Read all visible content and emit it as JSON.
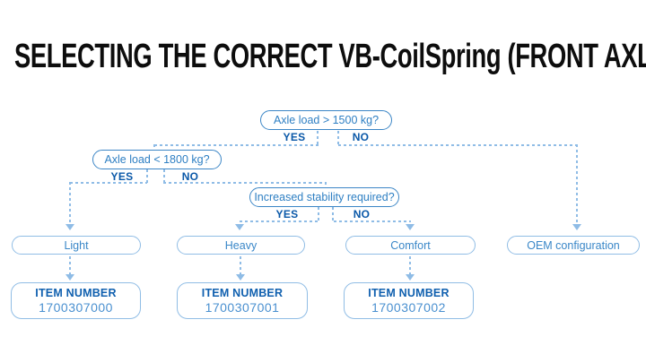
{
  "title": "SELECTING THE CORRECT VB-CoilSpring (FRONT AXLE)",
  "flowchart": {
    "decisions": [
      {
        "question": "Axle load > 1500 kg?",
        "yes_label": "YES",
        "no_label": "NO"
      },
      {
        "question": "Axle load < 1800 kg?",
        "yes_label": "YES",
        "no_label": "NO"
      },
      {
        "question": "Increased stability required?",
        "yes_label": "YES",
        "no_label": "NO"
      }
    ],
    "outcomes": [
      {
        "label": "Light"
      },
      {
        "label": "Heavy"
      },
      {
        "label": "Comfort"
      },
      {
        "label": "OEM configuration"
      }
    ],
    "items": [
      {
        "label": "ITEM NUMBER",
        "value": "1700307000"
      },
      {
        "label": "ITEM NUMBER",
        "value": "1700307001"
      },
      {
        "label": "ITEM NUMBER",
        "value": "1700307002"
      }
    ],
    "colors": {
      "title": "#0d0d0d",
      "question_blue": "#2e7fc3",
      "yes_no_blue": "#0a58a8",
      "outcome_blue": "#3a87c8",
      "item_label_blue": "#1060af",
      "item_value_blue": "#4a90d0",
      "dashed_line_blue": "#8fbce6",
      "light_border_blue": "#90bde5"
    }
  }
}
